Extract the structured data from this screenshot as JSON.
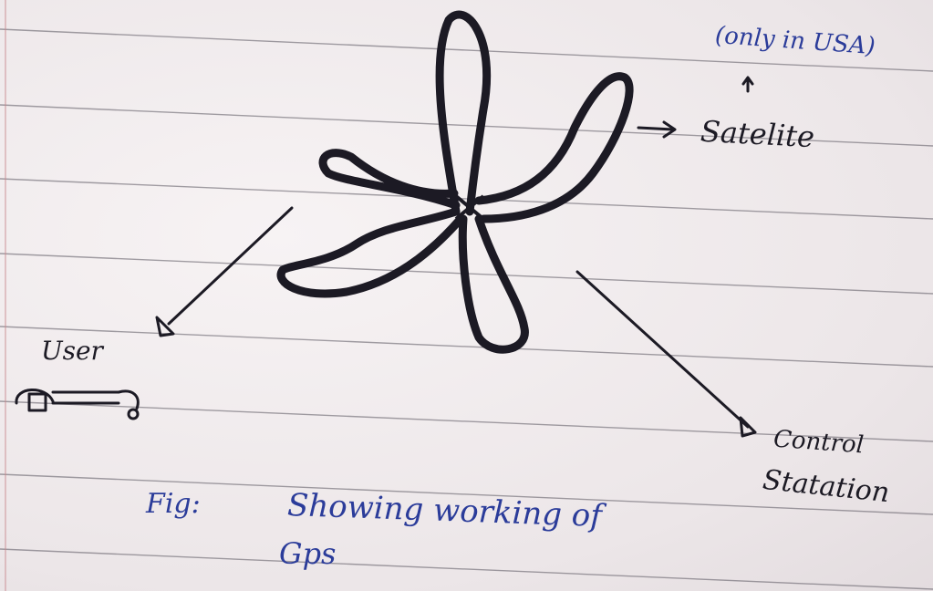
{
  "notes": {
    "only_in_usa": "(only in USA)",
    "up_arrow": "↑"
  },
  "labels": {
    "satellite": "Satelite",
    "user": "User",
    "control": "Control",
    "station": "Statation"
  },
  "caption": {
    "prefix": "Fig:",
    "text": "Showing working of",
    "continuation": "Gps"
  },
  "colors": {
    "ink": "#1c1a24",
    "blue_ink": "#2b3c9a",
    "rule_line": "#5a5660",
    "margin_line": "#c98a8f"
  },
  "icons": {
    "satellite": "satellite-icon",
    "user": "car-icon"
  }
}
